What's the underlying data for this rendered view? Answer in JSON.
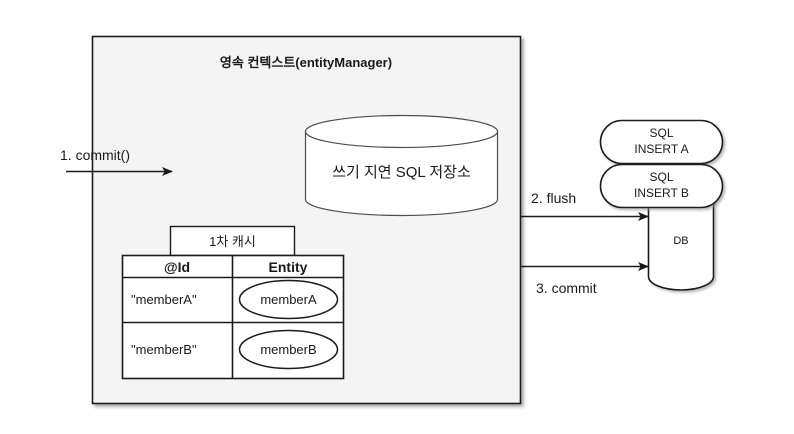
{
  "diagram": {
    "title": "영속 컨텍스트(entityManager)",
    "colors": {
      "context_box_fill": "#f4f4f4",
      "stroke": "#1a1a1a",
      "shadow": "#b3b3b3",
      "page_background": "#ffffff"
    },
    "context_box": {
      "label": "영속 컨텍스트(entityManager)"
    },
    "sql_store_cylinder": {
      "label": "쓰기 지연 SQL 저장소"
    },
    "cache": {
      "tab_label": "1차 캐시",
      "columns": [
        "@Id",
        "Entity"
      ],
      "rows": [
        {
          "id": "\"memberA\"",
          "entity": "memberA"
        },
        {
          "id": "\"memberB\"",
          "entity": "memberB"
        }
      ]
    },
    "sql_statements": [
      {
        "line1": "SQL",
        "line2": "INSERT A"
      },
      {
        "line1": "SQL",
        "line2": "INSERT B"
      }
    ],
    "database": {
      "label": "DB"
    },
    "steps": [
      {
        "label": "1. commit()"
      },
      {
        "label": "2. flush"
      },
      {
        "label": "3. commit"
      }
    ]
  }
}
